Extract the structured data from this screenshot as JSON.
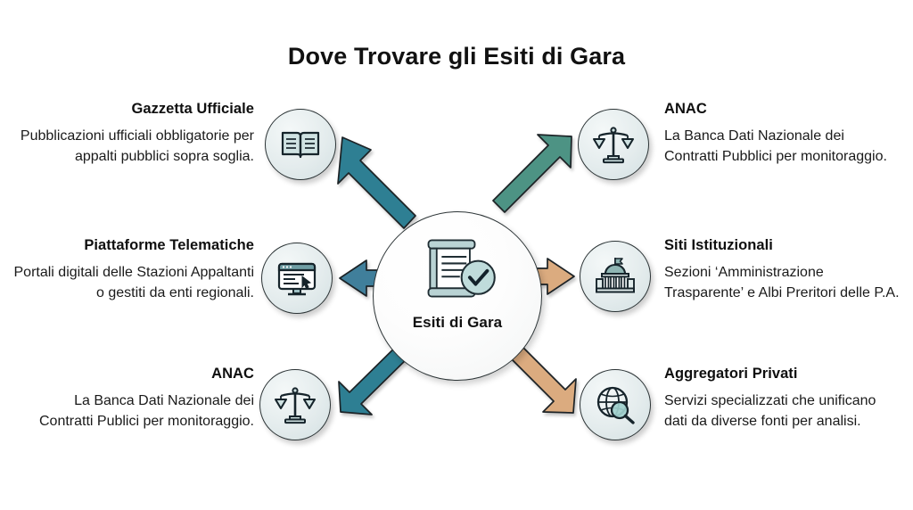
{
  "title": "Dove Trovare gli Esiti di Gara",
  "hub": {
    "label": "Esiti di Gara",
    "icon": "scroll-document-check-icon"
  },
  "colors": {
    "background": "#ffffff",
    "text": "#141414",
    "node_fill": "#e4eced",
    "node_stroke": "#2a3234",
    "arrow_teal": "#2f7f93",
    "arrow_green": "#4e9384",
    "arrow_steel": "#3f7f9b",
    "arrow_tan": "#dbab7f",
    "arrow_stroke": "#1d2426"
  },
  "nodes": [
    {
      "id": "gazzetta",
      "side": "left",
      "heading": "Gazzetta Ufficiale",
      "body": "Pubblicazioni ufficiali obbligatorie per appalti pubblici sopra soglia.",
      "icon": "open-book-icon",
      "arrow_color": "#2f7f93",
      "arrow_direction": "up-left"
    },
    {
      "id": "piattaforme",
      "side": "left",
      "heading": "Piattaforme Telematiche",
      "body": "Portali digitali delle Stazioni Appaltanti o gestiti da enti regionali.",
      "icon": "monitor-browser-cursor-icon",
      "arrow_color": "#3f7f9b",
      "arrow_direction": "left"
    },
    {
      "id": "anac-left",
      "side": "left",
      "heading": "ANAC",
      "body": "La Banca Dati Nazionale dei Contratti Publici per monitoraggio.",
      "icon": "scales-of-justice-icon",
      "arrow_color": "#2f7f93",
      "arrow_direction": "down-left"
    },
    {
      "id": "anac-right",
      "side": "right",
      "heading": "ANAC",
      "body": "La Banca Dati Nazionale dei Contratti Pubblici per monitoraggio.",
      "icon": "scales-of-justice-icon",
      "arrow_color": "#4e9384",
      "arrow_direction": "up-right"
    },
    {
      "id": "siti",
      "side": "right",
      "heading": "Siti Istituzionali",
      "body": "Sezioni ‘Amministrazione Trasparente’ e Albi Preritori delle P.A.",
      "icon": "government-building-icon",
      "arrow_color": "#dbab7f",
      "arrow_direction": "right"
    },
    {
      "id": "aggregatori",
      "side": "right",
      "heading": "Aggregatori Privati",
      "body": "Servizi specializzati che unificano dati da diverse fonti per analisi.",
      "icon": "globe-magnifier-icon",
      "arrow_color": "#dbab7f",
      "arrow_direction": "down-right"
    }
  ]
}
